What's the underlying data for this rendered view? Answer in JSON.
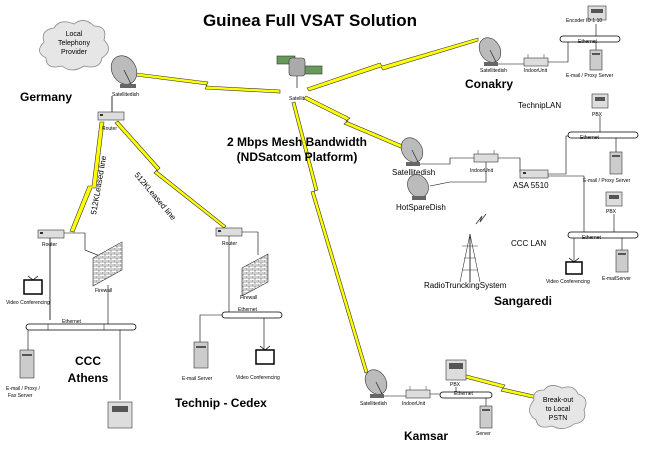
{
  "title": "Guinea Full VSAT Solution",
  "center_label_line1": "2 Mbps Mesh Bandwidth",
  "center_label_line2": "(NDSatcom Platform)",
  "satellite_label": "Satellite",
  "sites": {
    "germany": "Germany",
    "conakry": "Conakry",
    "ccc_athens_1": "CCC",
    "ccc_athens_2": "Athens",
    "technip_cedex": "Technip - Cedex",
    "kamsar": "Kamsar",
    "sangaredi": "Sangaredi",
    "technip_lan": "TechnipLAN",
    "ccc_lan": "CCC LAN"
  },
  "germany": {
    "cloud_line1": "Local",
    "cloud_line2": "Telephony",
    "cloud_line3": "Provider",
    "dish_label": "Satellitedish",
    "router_label": "Router"
  },
  "leased_lines": {
    "line1": "512KLeased line",
    "line2": "512KLeased line"
  },
  "athens": {
    "router_label": "Router",
    "firewall_label": "Firewall",
    "video_label": "Video Conferencing",
    "ethernet_label": "Ethernet",
    "server_label_1": "E-mail / Proxy /",
    "server_label_2": "Fax Server"
  },
  "cedex": {
    "router_label": "Router",
    "firewall_label": "Firewall",
    "ethernet_label": "Ethernet",
    "server_label": "E-mail Server",
    "video_label": "Video Conferencing"
  },
  "conakry": {
    "dish_label": "Satellitedish",
    "indoor_label": "IndoorUnit",
    "ethernet_label": "Ethernet",
    "encoder_label": "Encoder ID 1 10",
    "server_label": "E-mail / Proxy Server"
  },
  "sangaredi": {
    "dish_label": "Satellitedish",
    "indoor_label": "IndoorUnit",
    "hotspare_label": "HotSpareDish",
    "asa_label": "ASA 5510",
    "radio_label": "RadioTrunckingSystem",
    "pbx_label_1": "PBX",
    "pbx_label_2": "PBX",
    "ethernet_label_1": "Ethernet",
    "ethernet_label_2": "Ethernet",
    "server_label_1": "E-mail / Proxy Server",
    "server_label_2": "E-mailServer",
    "video_label": "Video Conferencing"
  },
  "kamsar": {
    "dish_label": "Satellitedish",
    "indoor_label": "IndoorUnit",
    "pbx_label": "PBX",
    "ethernet_label": "Ethernet",
    "server_label": "Server",
    "cloud_line1": "Break-out",
    "cloud_line2": "to Local",
    "cloud_line3": "PSTN"
  }
}
